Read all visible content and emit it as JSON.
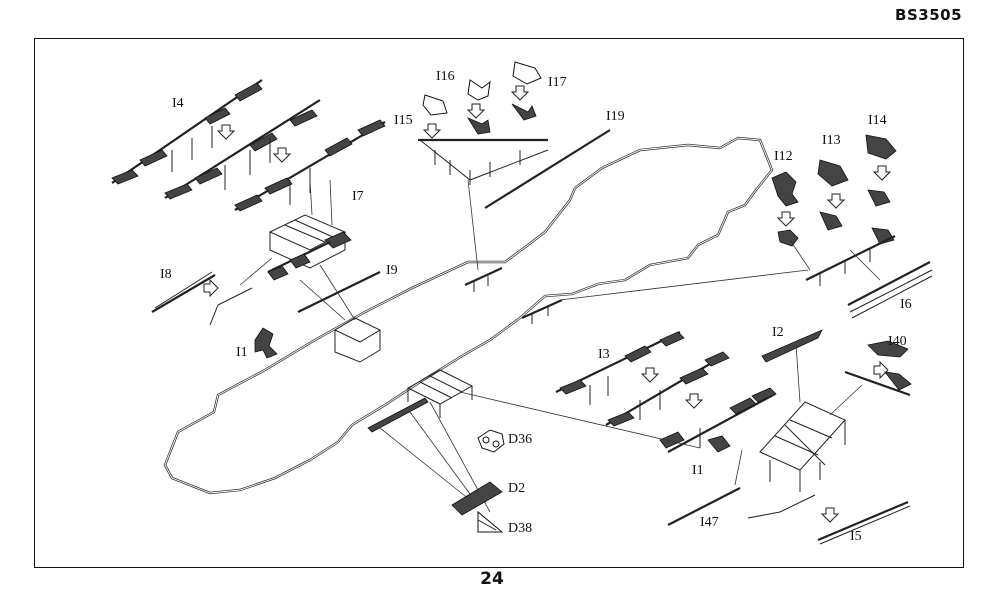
{
  "header": {
    "code": "BS3505"
  },
  "footer": {
    "page_number": "24"
  },
  "labels": {
    "I4": "I4",
    "I16": "I16",
    "I17": "I17",
    "I15": "I15",
    "I19": "I19",
    "I12": "I12",
    "I13": "I13",
    "I14": "I14",
    "I7": "I7",
    "I8": "I8",
    "I9": "I9",
    "I1a": "I1",
    "I6": "I6",
    "I2": "I2",
    "I40": "I40",
    "I3": "I3",
    "D36": "D36",
    "D2": "D2",
    "D38": "D38",
    "I1b": "I1",
    "I47": "I47",
    "I5": "I5"
  }
}
